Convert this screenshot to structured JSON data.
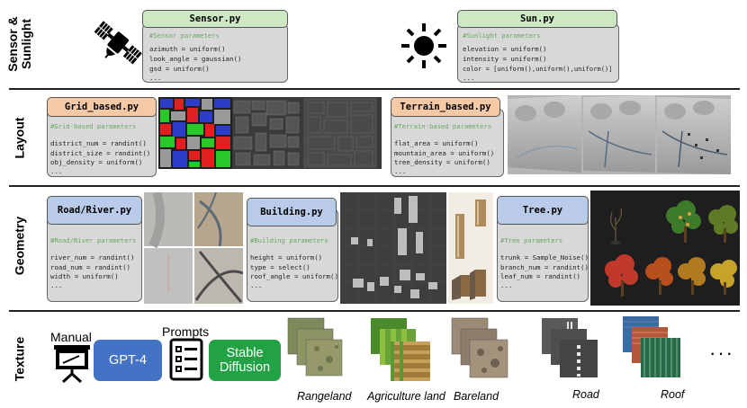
{
  "rows": {
    "sensor": "Sensor &\nSunlight",
    "layout": "Layout",
    "geometry": "Geometry",
    "texture": "Texture"
  },
  "cards": {
    "sensor": {
      "title": "Sensor.py",
      "comment": "#Sensor parameters",
      "lines": [
        "azimuth = uniform()",
        "look_angle = gaussian()",
        "gsd = uniform()",
        "..."
      ]
    },
    "sun": {
      "title": "Sun.py",
      "comment": "#Sunlight parameters",
      "lines": [
        "elevation = uniform()",
        "intensity = uniform()",
        "color = [uniform(),uniform(),uniform()]",
        "..."
      ]
    },
    "grid": {
      "title": "Grid_based.py",
      "comment": "#Grid-based parameters",
      "lines": [
        "district_num = randint()",
        "district_size = randint()",
        "obj_density = uniform()",
        "..."
      ]
    },
    "terrain": {
      "title": "Terrain_based.py",
      "comment": "#Terrain-based parameters",
      "lines": [
        "flat_area = uniform()",
        "mountain_area = uniform()",
        "tree_density = uniform()",
        "..."
      ]
    },
    "road": {
      "title": "Road/River.py",
      "comment": "#Road/River parameters",
      "lines": [
        "river_num = randint()",
        "road_num = randint()",
        "width = uniform()",
        "..."
      ]
    },
    "building": {
      "title": "Building.py",
      "comment": "#Building parameters",
      "lines": [
        "height = uniform()",
        "type = select()",
        "roof_angle = uniform()",
        "..."
      ]
    },
    "tree": {
      "title": "Tree.py",
      "comment": "#Tree parameters",
      "lines": [
        "trunk = Sample_Noise()",
        "branch_num = randint()",
        "leaf_num = randint()",
        "..."
      ]
    }
  },
  "texture": {
    "manual": "Manual",
    "gpt4": "GPT-4",
    "prompts": "Prompts",
    "stable_diffusion": "Stable\nDiffusion",
    "labels": [
      "Rangeland",
      "Agriculture land",
      "Bareland",
      "Road",
      "Roof"
    ],
    "ellipsis": "···"
  },
  "colors": {
    "gpt4_box": "#4472c4",
    "sd_box": "#22a245",
    "head_green": "#cfe8c4",
    "head_orange": "#f6c9a6",
    "head_blue": "#b9cbe8",
    "comment_green": "#6aa864"
  },
  "icons": [
    "satellite-icon",
    "sun-icon",
    "presentation-icon",
    "checklist-icon"
  ]
}
